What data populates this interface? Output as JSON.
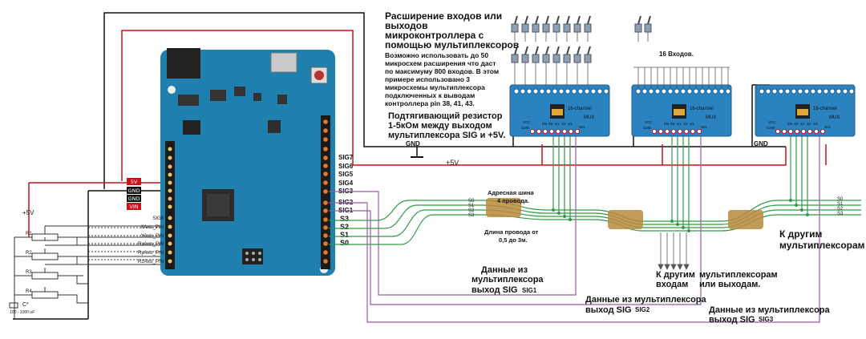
{
  "colors": {
    "board": "#1f7fae",
    "mux_board": "#2a83c0",
    "wire_black": "#111111",
    "wire_red": "#c8121c",
    "wire_green": "#2f9a45",
    "wire_purple": "#9a5aa8",
    "cable_tan": "#b88a3c"
  },
  "title": {
    "line1": "Расширение входов или",
    "line2": "выходов",
    "line3": "микроконтроллера с",
    "line4": "помощью мультиплексоров"
  },
  "description": {
    "line1": "Возможно использовать до 50",
    "line2": "микросхем расширения что даст",
    "line3": "по максимуму 800 входов. В этом",
    "line4": "примере использовано 3",
    "line5": "микросхемы мультиплексора",
    "line6": "подключенных к выводам",
    "line7": "контроллера pin 38, 41, 43."
  },
  "pullup_note": {
    "line1": "Подтягивающий резистор",
    "line2": "1-5кОм между выходом",
    "line3": "мультиплексора SIG и +5V."
  },
  "inputs_16_label": "16 Входов.",
  "gnd_label": "GND",
  "plus5v_label": "+5V",
  "power_pins": [
    "5V",
    "GND",
    "GND",
    "VIN"
  ],
  "analog_pins": [
    "SIG8",
    "XAxis_PIN",
    "YAxis_PIN",
    "RxAxis_PIN",
    "RyAxis_PIN",
    "RzAxis_PIN"
  ],
  "sig_labels_left": [
    "SIG7",
    "SIG6",
    "SIG5",
    "SIG4",
    "SIG3"
  ],
  "sig_labels_right": [
    "SIG2",
    "SIG1",
    "S3",
    "S2",
    "S1",
    "S0"
  ],
  "resistors": [
    "R1",
    "R2",
    "R3",
    "R4"
  ],
  "capacitor": {
    "name": "C*",
    "value": "100 - 1000 uF"
  },
  "address_bus": {
    "line1": "Адресная шина",
    "line2": "4 провода."
  },
  "wire_length": {
    "line1": "Длина провода от",
    "line2": "0,5 до 3м."
  },
  "bus_labels": [
    "S0",
    "S1",
    "S2",
    "S3"
  ],
  "mux_chip": {
    "name": "16-channel",
    "sub": "MUX"
  },
  "mux_pins": [
    "VCC",
    "GND",
    "EN",
    "S0",
    "S1",
    "S2",
    "S3",
    "SIG"
  ],
  "data_sig1": {
    "line1": "Данные из",
    "line2": "мультиплексора",
    "line3": "выход SIG",
    "pin": "SIG1"
  },
  "data_sig2": {
    "line1": "Данные из мультиплексора",
    "line2": "выход SIG",
    "pin": "SIG2"
  },
  "data_sig3": {
    "line1": "Данные из мультиплексора",
    "line2": "выход SIG",
    "pin": "SIG3"
  },
  "to_other_inputs": {
    "line1": "К другим",
    "line2": "входам"
  },
  "to_other_mux_out": {
    "line1": "мультиплексорам",
    "line2": "или выходам."
  },
  "to_other_mux": {
    "line1": "К другим",
    "line2": "мультиплексорам"
  }
}
